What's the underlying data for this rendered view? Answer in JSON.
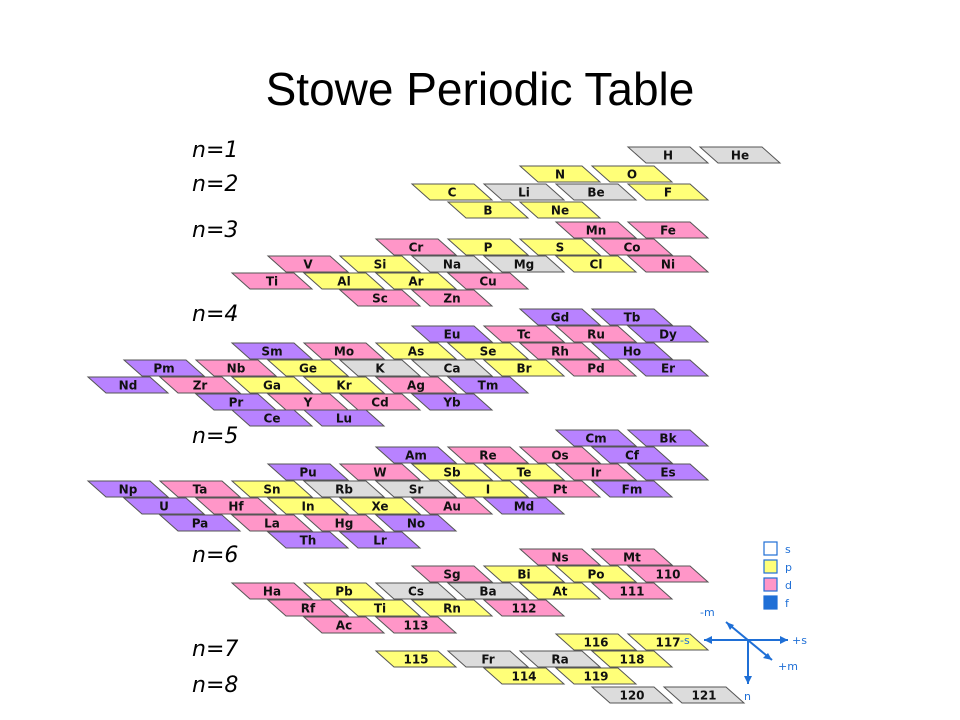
{
  "title": "Stowe Periodic Table",
  "colors": {
    "s": "#dcdcdc",
    "p": "#ffff78",
    "d": "#ff96c8",
    "f": "#b882ff",
    "border": "#555555",
    "accent": "#1f6fd6"
  },
  "shells": [
    {
      "label": "n=1",
      "rows": [
        [
          [
            3,
            "H",
            "s"
          ],
          [
            4,
            "He",
            "s"
          ]
        ]
      ]
    },
    {
      "label": "n=2",
      "rows": [
        [
          [
            2,
            "N",
            "p"
          ],
          [
            3,
            "O",
            "p"
          ]
        ],
        [
          [
            0,
            "C",
            "p"
          ],
          [
            1,
            "Li",
            "s"
          ],
          [
            2,
            "Be",
            "s"
          ],
          [
            3,
            "F",
            "p"
          ]
        ],
        [
          [
            1,
            "B",
            "p"
          ],
          [
            2,
            "Ne",
            "p"
          ]
        ]
      ]
    },
    {
      "label": "n=3",
      "rows": [
        [
          [
            2,
            "Mn",
            "d"
          ],
          [
            3,
            "Fe",
            "d"
          ]
        ],
        [
          [
            0,
            "Cr",
            "d"
          ],
          [
            1,
            "P",
            "p"
          ],
          [
            2,
            "S",
            "p"
          ],
          [
            3,
            "Co",
            "d"
          ]
        ],
        [
          [
            -2,
            "V",
            "d"
          ],
          [
            -1,
            "Si",
            "p"
          ],
          [
            0,
            "Na",
            "s"
          ],
          [
            1,
            "Mg",
            "s"
          ],
          [
            2,
            "Cl",
            "p"
          ],
          [
            3,
            "Ni",
            "d"
          ]
        ],
        [
          [
            -2,
            "Ti",
            "d"
          ],
          [
            -1,
            "Al",
            "p"
          ],
          [
            0,
            "Ar",
            "p"
          ],
          [
            1,
            "Cu",
            "d"
          ]
        ],
        [
          [
            -1,
            "Sc",
            "d"
          ],
          [
            0,
            "Zn",
            "d"
          ]
        ]
      ]
    },
    {
      "label": "n=4",
      "rows": [
        [
          [
            2,
            "Gd",
            "f"
          ],
          [
            3,
            "Tb",
            "f"
          ]
        ],
        [
          [
            0,
            "Eu",
            "f"
          ],
          [
            1,
            "Tc",
            "d"
          ],
          [
            2,
            "Ru",
            "d"
          ],
          [
            3,
            "Dy",
            "f"
          ]
        ],
        [
          [
            -2,
            "Sm",
            "f"
          ],
          [
            -1,
            "Mo",
            "d"
          ],
          [
            0,
            "As",
            "p"
          ],
          [
            1,
            "Se",
            "p"
          ],
          [
            2,
            "Rh",
            "d"
          ],
          [
            3,
            "Ho",
            "f"
          ]
        ],
        [
          [
            -4,
            "Pm",
            "f"
          ],
          [
            -3,
            "Nb",
            "d"
          ],
          [
            -2,
            "Ge",
            "p"
          ],
          [
            -1,
            "K",
            "s"
          ],
          [
            0,
            "Ca",
            "s"
          ],
          [
            1,
            "Br",
            "p"
          ],
          [
            2,
            "Pd",
            "d"
          ],
          [
            3,
            "Er",
            "f"
          ]
        ],
        [
          [
            -4,
            "Nd",
            "f"
          ],
          [
            -3,
            "Zr",
            "d"
          ],
          [
            -2,
            "Ga",
            "p"
          ],
          [
            -1,
            "Kr",
            "p"
          ],
          [
            0,
            "Ag",
            "d"
          ],
          [
            1,
            "Tm",
            "f"
          ]
        ],
        [
          [
            -3,
            "Pr",
            "f"
          ],
          [
            -2,
            "Y",
            "d"
          ],
          [
            -1,
            "Cd",
            "d"
          ],
          [
            0,
            "Yb",
            "f"
          ]
        ],
        [
          [
            -2,
            "Ce",
            "f"
          ],
          [
            -1,
            "Lu",
            "f"
          ]
        ]
      ]
    },
    {
      "label": "n=5",
      "rows": [
        [
          [
            2,
            "Cm",
            "f"
          ],
          [
            3,
            "Bk",
            "f"
          ]
        ],
        [
          [
            0,
            "Am",
            "f"
          ],
          [
            1,
            "Re",
            "d"
          ],
          [
            2,
            "Os",
            "d"
          ],
          [
            3,
            "Cf",
            "f"
          ]
        ],
        [
          [
            -2,
            "Pu",
            "f"
          ],
          [
            -1,
            "W",
            "d"
          ],
          [
            0,
            "Sb",
            "p"
          ],
          [
            1,
            "Te",
            "p"
          ],
          [
            2,
            "Ir",
            "d"
          ],
          [
            3,
            "Es",
            "f"
          ]
        ],
        [
          [
            -4,
            "Np",
            "f"
          ],
          [
            -3,
            "Ta",
            "d"
          ],
          [
            -2,
            "Sn",
            "p"
          ],
          [
            -1,
            "Rb",
            "s"
          ],
          [
            0,
            "Sr",
            "s"
          ],
          [
            1,
            "I",
            "p"
          ],
          [
            2,
            "Pt",
            "d"
          ],
          [
            3,
            "Fm",
            "f"
          ]
        ],
        [
          [
            -4,
            "U",
            "f"
          ],
          [
            -3,
            "Hf",
            "d"
          ],
          [
            -2,
            "In",
            "p"
          ],
          [
            -1,
            "Xe",
            "p"
          ],
          [
            0,
            "Au",
            "d"
          ],
          [
            1,
            "Md",
            "f"
          ]
        ],
        [
          [
            -3,
            "Pa",
            "f"
          ],
          [
            -2,
            "La",
            "d"
          ],
          [
            -1,
            "Hg",
            "d"
          ],
          [
            0,
            "No",
            "f"
          ]
        ],
        [
          [
            -2,
            "Th",
            "f"
          ],
          [
            -1,
            "Lr",
            "f"
          ]
        ]
      ]
    },
    {
      "label": "n=6",
      "rows": [
        [
          [
            2,
            "Ns",
            "d"
          ],
          [
            3,
            "Mt",
            "d"
          ]
        ],
        [
          [
            0,
            "Sg",
            "d"
          ],
          [
            1,
            "Bi",
            "p"
          ],
          [
            2,
            "Po",
            "p"
          ],
          [
            3,
            "110",
            "d"
          ]
        ],
        [
          [
            -2,
            "Ha",
            "d"
          ],
          [
            -1,
            "Pb",
            "p"
          ],
          [
            0,
            "Cs",
            "s"
          ],
          [
            1,
            "Ba",
            "s"
          ],
          [
            2,
            "At",
            "p"
          ],
          [
            3,
            "111",
            "d"
          ]
        ],
        [
          [
            -2,
            "Rf",
            "d"
          ],
          [
            -1,
            "Ti",
            "p"
          ],
          [
            0,
            "Rn",
            "p"
          ],
          [
            1,
            "112",
            "d"
          ]
        ],
        [
          [
            -1,
            "Ac",
            "d"
          ],
          [
            0,
            "113",
            "d"
          ]
        ]
      ]
    },
    {
      "label": "n=7",
      "rows": [
        [
          [
            2,
            "116",
            "p"
          ],
          [
            3,
            "117",
            "p"
          ]
        ],
        [
          [
            0,
            "115",
            "p"
          ],
          [
            1,
            "Fr",
            "s"
          ],
          [
            2,
            "Ra",
            "s"
          ],
          [
            3,
            "118",
            "p"
          ]
        ],
        [
          [
            1,
            "114",
            "p"
          ],
          [
            2,
            "119",
            "p"
          ]
        ]
      ]
    },
    {
      "label": "n=8",
      "rows": [
        [
          [
            3,
            "120",
            "s"
          ],
          [
            4,
            "121",
            "s"
          ]
        ]
      ]
    }
  ],
  "legend": [
    {
      "key": "s",
      "label": "s"
    },
    {
      "key": "p",
      "label": "p"
    },
    {
      "key": "d",
      "label": "d"
    },
    {
      "key": "f",
      "label": "f"
    }
  ],
  "axes": {
    "minus_m": "-m",
    "minus_s": "-s",
    "plus_s": "+s",
    "plus_m": "+m",
    "n": "n"
  }
}
